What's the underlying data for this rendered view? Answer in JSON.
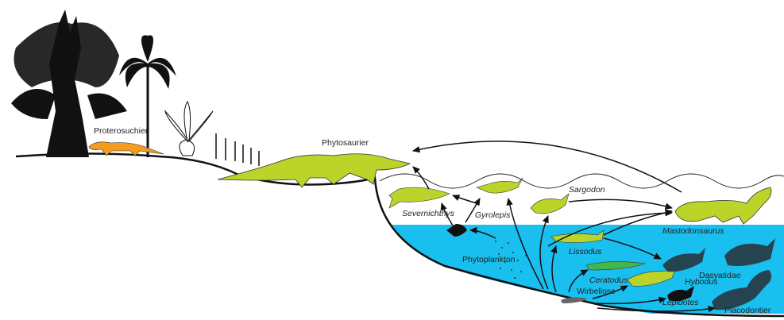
{
  "labels": {
    "proterosuchier": "Proterosuchier",
    "phytosaurier": "Phytosaurier",
    "sargodon": "Sargodon",
    "severnichthys": "Severnichthys",
    "gyrolepis": "Gyrolepis",
    "mastodonsaurus": "Mastodonsaurus",
    "lissodus": "Lissodus",
    "phytoplankton": "Phytoplankton",
    "dasyatidae": "Dasyatidae",
    "ceratodus": "Ceratodus",
    "hybodus": "Hybodus",
    "wirbellose": "Wirbellose",
    "lepidotes": "Lepidotes",
    "placodontier": "Placodontier"
  },
  "colors": {
    "sea_top": "#ffffff",
    "sea_bottom": "#19bfee",
    "reptile_fill": "#bcd42a",
    "proterosuchier_fill": "#f39c1f",
    "ceratodus_fill": "#45b649",
    "dark_fish": "#26444f",
    "silhouette": "#111111"
  }
}
